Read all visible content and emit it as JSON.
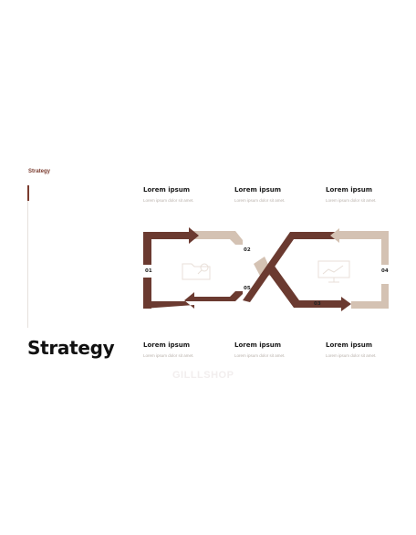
{
  "header": {
    "small_title": "Strategy",
    "big_title": "Strategy"
  },
  "cards_top": [
    {
      "title": "Lorem ipsum",
      "text": "Lorem ipsum dolor sit amet."
    },
    {
      "title": "Lorem ipsum",
      "text": "Lorem ipsum dolor sit amet."
    },
    {
      "title": "Lorem ipsum",
      "text": "Lorem ipsum dolor sit amet."
    }
  ],
  "cards_bottom": [
    {
      "title": "Lorem ipsum",
      "text": "Lorem ipsum dolor sit amet."
    },
    {
      "title": "Lorem ipsum",
      "text": "Lorem ipsum dolor sit amet."
    },
    {
      "title": "Lorem ipsum",
      "text": "Lorem ipsum dolor sit amet."
    }
  ],
  "steps": [
    "01",
    "02",
    "03",
    "04",
    "05"
  ],
  "icons": {
    "left": "folder-search-icon",
    "right": "chart-presentation-icon"
  },
  "colors": {
    "dark": "#6b3a30",
    "light": "#d4c2b3",
    "accent": "#7a3b2e"
  },
  "watermark": "GILLLSHOP"
}
